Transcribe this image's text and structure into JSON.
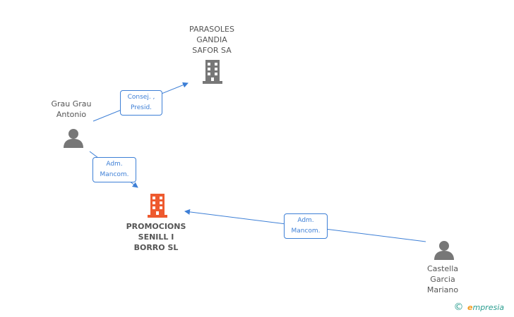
{
  "nodes": {
    "parasoles": {
      "label": "PARASOLES\nGANDIA\nSAFOR SA"
    },
    "grau": {
      "label": "Grau Grau\nAntonio"
    },
    "promocions": {
      "label": "PROMOCIONS\nSENILL I\nBORRO SL"
    },
    "castella": {
      "label": "Castella\nGarcia\nMariano"
    }
  },
  "edges": {
    "grau_parasoles": {
      "label": "Consej. ,\nPresid."
    },
    "grau_promocions": {
      "label": "Adm.\nMancom."
    },
    "castella_promocions": {
      "label": "Adm.\nMancom."
    }
  },
  "footer": {
    "copyright": "©",
    "brand_e": "e",
    "brand_rest": "mpresia"
  },
  "colors": {
    "edge": "#3d7fd6",
    "building_gray": "#777777",
    "building_main": "#ee5a2f",
    "person": "#777777"
  }
}
